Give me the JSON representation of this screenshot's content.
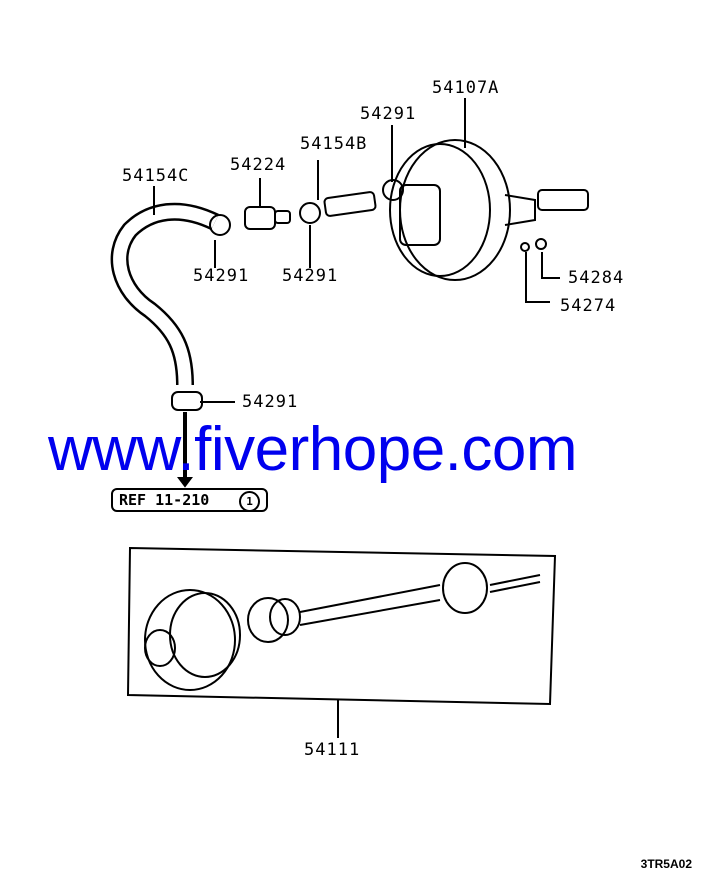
{
  "diagram": {
    "labels": {
      "booster": "54107A",
      "clip_top": "54291",
      "pipe": "54154B",
      "check_valve": "54224",
      "hose": "54154C",
      "clip_left": "54291",
      "clip_mid": "54291",
      "clip_bottom": "54291",
      "nut": "54284",
      "washer": "54274",
      "kit": "54111"
    },
    "ref": {
      "text": "REF 11-210",
      "circle": "1"
    },
    "code": "3TR5A02"
  },
  "watermark": "www.fiverhope.com"
}
